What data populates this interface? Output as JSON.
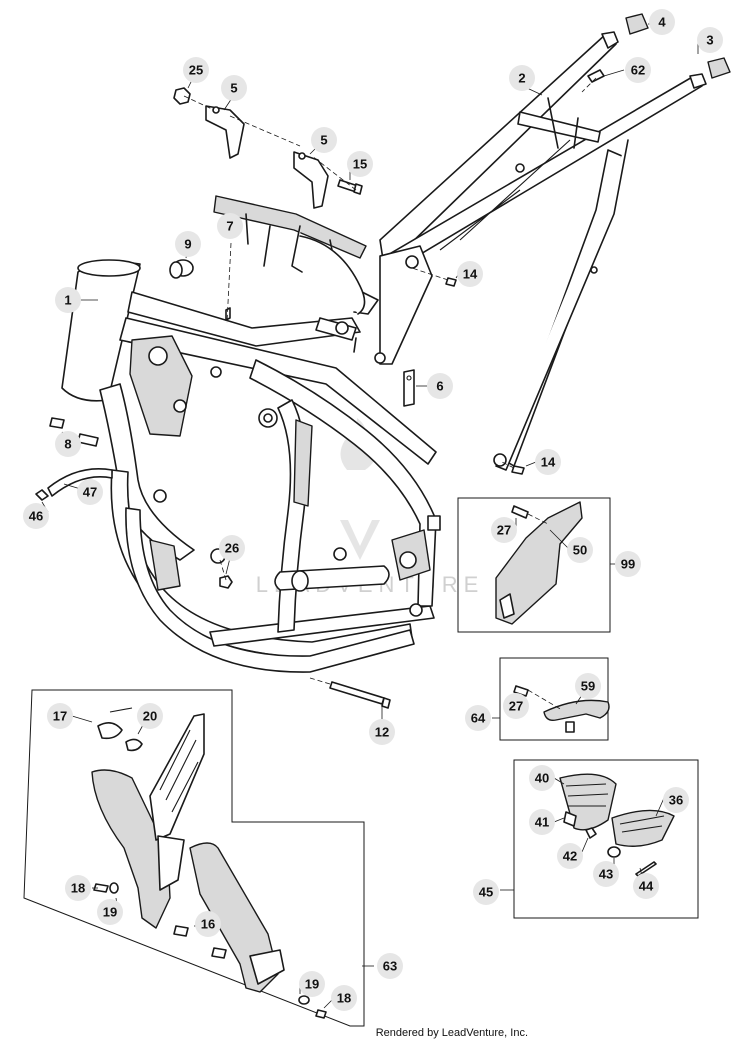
{
  "footer_text": "Rendered by LeadVenture, Inc.",
  "watermark_text": "LEADVENTURE",
  "callouts": [
    "1",
    "2",
    "3",
    "4",
    "5",
    "5",
    "6",
    "7",
    "8",
    "9",
    "12",
    "14",
    "14",
    "15",
    "16",
    "17",
    "18",
    "18",
    "19",
    "19",
    "20",
    "25",
    "26",
    "27",
    "27",
    "36",
    "40",
    "41",
    "42",
    "43",
    "44",
    "45",
    "46",
    "47",
    "50",
    "59",
    "62",
    "63",
    "64",
    "99"
  ]
}
